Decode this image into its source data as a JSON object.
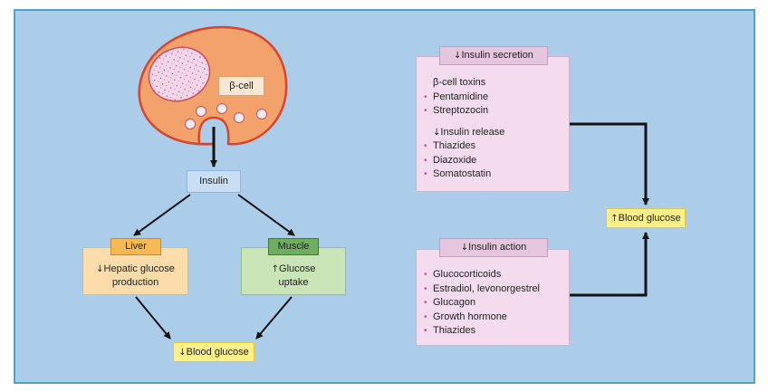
{
  "beta_cell_label": "β-cell",
  "insulin_label": "Insulin",
  "liver": {
    "title": "Liver",
    "text_arrow": "↓",
    "text_line1": "Hepatic glucose",
    "text_line2": "production"
  },
  "muscle": {
    "title": "Muscle",
    "text_arrow": "↑",
    "text_line1": "Glucose",
    "text_line2": "uptake"
  },
  "blood_glucose_down": {
    "arrow": "↓",
    "label": "Blood glucose"
  },
  "blood_glucose_up": {
    "arrow": "↑",
    "label": "Blood glucose"
  },
  "secretion_box": {
    "title_arrow": "↓",
    "title": "Insulin secretion",
    "group1_title": "β-cell toxins",
    "group1_items": [
      "Pentamidine",
      "Streptozocin"
    ],
    "group2_arrow": "↓",
    "group2_title": "Insulin release",
    "group2_items": [
      "Thiazides",
      "Diazoxide",
      "Somatostatin"
    ]
  },
  "action_box": {
    "title_arrow": "↓",
    "title": "Insulin action",
    "items": [
      "Glucocorticoids",
      "Estradiol, levonorgestrel",
      "Glucagon",
      "Growth hormone",
      "Thiazides"
    ]
  },
  "colors": {
    "background": "#abcde9",
    "border": "#4aa3cf",
    "cell_body": "#f4a26b",
    "cell_outline": "#d9442b",
    "nucleus": "#f8d6ea",
    "liver_header": "#f7b955",
    "liver_body": "#fcdcab",
    "muscle_header": "#6fae5f",
    "muscle_body": "#c9e5b7",
    "yellow_label": "#fdf08b",
    "pink_body": "#f4dcee",
    "pink_header": "#e6c5de"
  },
  "icons": {
    "bullet": "•"
  }
}
